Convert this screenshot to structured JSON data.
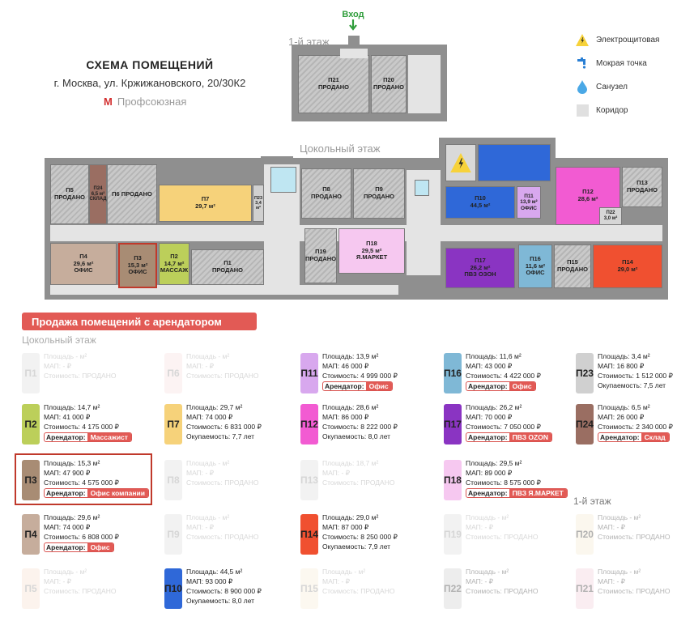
{
  "header": {
    "title": "СХЕМА ПОМЕЩЕНИЙ",
    "address": "г. Москва, ул. Кржижановского, 20/30К2",
    "metro_mark": "М",
    "metro": "Профсоюзная"
  },
  "entry": "Вход",
  "floors": {
    "first": "1-й этаж",
    "basement": "Цокольный этаж",
    "section_basement": "Цокольный этаж",
    "section_first": "1-й этаж"
  },
  "legend": [
    {
      "icon": "lightning-icon",
      "label": "Электрощитовая"
    },
    {
      "icon": "faucet-icon",
      "label": "Мокрая точка"
    },
    {
      "icon": "drop-icon",
      "label": "Санузел"
    },
    {
      "icon": "corridor-swatch",
      "label": "Коридор"
    }
  ],
  "banner": "Продажа помещений с арендатором",
  "colors": {
    "accent": "#e25a55",
    "p2": "#bccf5a",
    "p3": "#a88c74",
    "p4": "#c6ad9c",
    "p7": "#f6d27a",
    "p10": "#2f68d8",
    "p11": "#d8a8ee",
    "p12": "#f25bd2",
    "p14": "#f05030",
    "p16": "#7fb8d6",
    "p17": "#8a34c2",
    "p18": "#f6c8f0",
    "p23": "#d0d0d0",
    "p24": "#9a6e62"
  },
  "plan": {
    "first": {
      "p21": "П21",
      "p21s": "ПРОДАНО",
      "p20": "П20",
      "p20s": "ПРОДАНО"
    },
    "p5": "П5",
    "p5s": "ПРОДАНО",
    "p24": "П24",
    "p24a": "6,5 м²",
    "p24s": "СКЛАД",
    "p6": "П6 ПРОДАНО",
    "p7": "П7",
    "p7a": "29,7 м²",
    "p23": "П23",
    "p23a": "3,4 м²",
    "p8": "П8",
    "p8s": "ПРОДАНО",
    "p9": "П9",
    "p9s": "ПРОДАНО",
    "p10": "П10",
    "p10a": "44,5 м²",
    "p11": "П11",
    "p11a": "13,9 м²",
    "p11s": "ОФИС",
    "p12": "П12",
    "p12a": "28,6 м²",
    "p13": "П13",
    "p13s": "ПРОДАНО",
    "p22": "П22",
    "p22a": "3,0 м²",
    "p4": "П4",
    "p4a": "29,6 м²",
    "p4s": "ОФИС",
    "p3": "П3",
    "p3a": "15,3 м²",
    "p3s": "ОФИС",
    "p2": "П2",
    "p2a": "14,7 м²",
    "p2s": "МАССАЖ",
    "p1": "П1",
    "p1s": "ПРОДАНО",
    "p19": "П19",
    "p19s": "ПРОДАНО",
    "p18": "П18",
    "p18a": "29,5 м²",
    "p18s": "Я.МАРКЕТ",
    "p17": "П17",
    "p17a": "26,2 м²",
    "p17s": "ПВЗ ОЗОН",
    "p16": "П16",
    "p16a": "11,6 м²",
    "p16s": "ОФИС",
    "p15": "П15",
    "p15s": "ПРОДАНО",
    "p14": "П14",
    "p14a": "29,0 м²"
  },
  "cards": {
    "c1": {
      "id": "П1",
      "l1": "Площадь - м²",
      "l2": "МАП: - ₽",
      "l3": "Стоимость: ПРОДАНО"
    },
    "c6": {
      "id": "П6",
      "l1": "Площадь - м²",
      "l2": "МАП: - ₽",
      "l3": "Стоимость: ПРОДАНО"
    },
    "c11": {
      "id": "П11",
      "l1": "Площадь: 13,9 м²",
      "l2": "МАП: 46 000 ₽",
      "l3": "Стоимость: 4 999 000 ₽",
      "tk": "Арендатор:",
      "tv": "Офис"
    },
    "c16": {
      "id": "П16",
      "l1": "Площадь: 11,6 м²",
      "l2": "МАП: 43 000 ₽",
      "l3": "Стоимость: 4 422 000 ₽",
      "tk": "Арендатор:",
      "tv": "Офис"
    },
    "c23": {
      "id": "П23",
      "l1": "Площадь: 3,4 м²",
      "l2": "МАП: 16 800 ₽",
      "l3": "Стоимость: 1 512 000 ₽",
      "l4": "Окупаемость: 7,5 лет"
    },
    "c2": {
      "id": "П2",
      "l1": "Площадь: 14,7 м²",
      "l2": "МАП: 41 000 ₽",
      "l3": "Стоимость: 4 175 000 ₽",
      "tk": "Арендатор:",
      "tv": "Массажист"
    },
    "c7": {
      "id": "П7",
      "l1": "Площадь: 29,7 м²",
      "l2": "МАП: 74 000 ₽",
      "l3": "Стоимость: 6 831 000 ₽",
      "l4": "Окупаемость: 7,7 лет"
    },
    "c12": {
      "id": "П12",
      "l1": "Площадь: 28,6 м²",
      "l2": "МАП: 86 000 ₽",
      "l3": "Стоимость: 8 222 000 ₽",
      "l4": "Окупаемость: 8,0 лет"
    },
    "c17": {
      "id": "П17",
      "l1": "Площадь: 26,2 м²",
      "l2": "МАП: 70 000 ₽",
      "l3": "Стоимость: 7 050 000 ₽",
      "tk": "Арендатор:",
      "tv": "ПВЗ OZON"
    },
    "c24": {
      "id": "П24",
      "l1": "Площадь: 6,5 м²",
      "l2": "МАП: 26 000 ₽",
      "l3": "Стоимость: 2 340 000 ₽",
      "tk": "Арендатор:",
      "tv": "Склад"
    },
    "c3": {
      "id": "П3",
      "l1": "Площадь: 15,3 м²",
      "l2": "МАП: 47 900 ₽",
      "l3": "Стоимость: 4 575 000 ₽",
      "tk": "Арендатор:",
      "tv": "Офис компании"
    },
    "c8": {
      "id": "П8",
      "l1": "Площадь - м²",
      "l2": "МАП: - ₽",
      "l3": "Стоимость: ПРОДАНО"
    },
    "c13": {
      "id": "П13",
      "l1": "Площадь: 18,7 м²",
      "l2": "МАП: - ₽",
      "l3": "Стоимость: ПРОДАНО"
    },
    "c18": {
      "id": "П18",
      "l1": "Площадь: 29,5 м²",
      "l2": "МАП: 89 000 ₽",
      "l3": "Стоимость: 8 575 000 ₽",
      "tk": "Арендатор:",
      "tv": "ПВЗ Я.МАРКЕТ"
    },
    "c4": {
      "id": "П4",
      "l1": "Площадь: 29,6 м²",
      "l2": "МАП: 74 000 ₽",
      "l3": "Стоимость: 6 808 000 ₽",
      "tk": "Арендатор:",
      "tv": "Офис"
    },
    "c9": {
      "id": "П9",
      "l1": "Площадь - м²",
      "l2": "МАП: - ₽",
      "l3": "Стоимость: ПРОДАНО"
    },
    "c14": {
      "id": "П14",
      "l1": "Площадь: 29,0 м²",
      "l2": "МАП: 87 000 ₽",
      "l3": "Стоимость: 8 250 000 ₽",
      "l4": "Окупаемость: 7,9 лет"
    },
    "c19": {
      "id": "П19",
      "l1": "Площадь - м²",
      "l2": "МАП: - ₽",
      "l3": "Стоимость: ПРОДАНО"
    },
    "c20": {
      "id": "П20",
      "l1": "Площадь - м²",
      "l2": "МАП: - ₽",
      "l3": "Стоимость: ПРОДАНО"
    },
    "c5": {
      "id": "П5",
      "l1": "Площадь - м²",
      "l2": "МАП: - ₽",
      "l3": "Стоимость: ПРОДАНО"
    },
    "c10": {
      "id": "П10",
      "l1": "Площадь: 44,5 м²",
      "l2": "МАП: 93 000 ₽",
      "l3": "Стоимость: 8 900 000 ₽",
      "l4": "Окупаемость: 8,0 лет"
    },
    "c15": {
      "id": "П15",
      "l1": "Площадь - м²",
      "l2": "МАП: - ₽",
      "l3": "Стоимость: ПРОДАНО"
    },
    "c22": {
      "id": "П22",
      "l1": "Площадь - м²",
      "l2": "МАП: - ₽",
      "l3": "Стоимость: ПРОДАНО"
    },
    "c21": {
      "id": "П21",
      "l1": "Площадь - м²",
      "l2": "МАП: - ₽",
      "l3": "Стоимость: ПРОДАНО"
    }
  }
}
